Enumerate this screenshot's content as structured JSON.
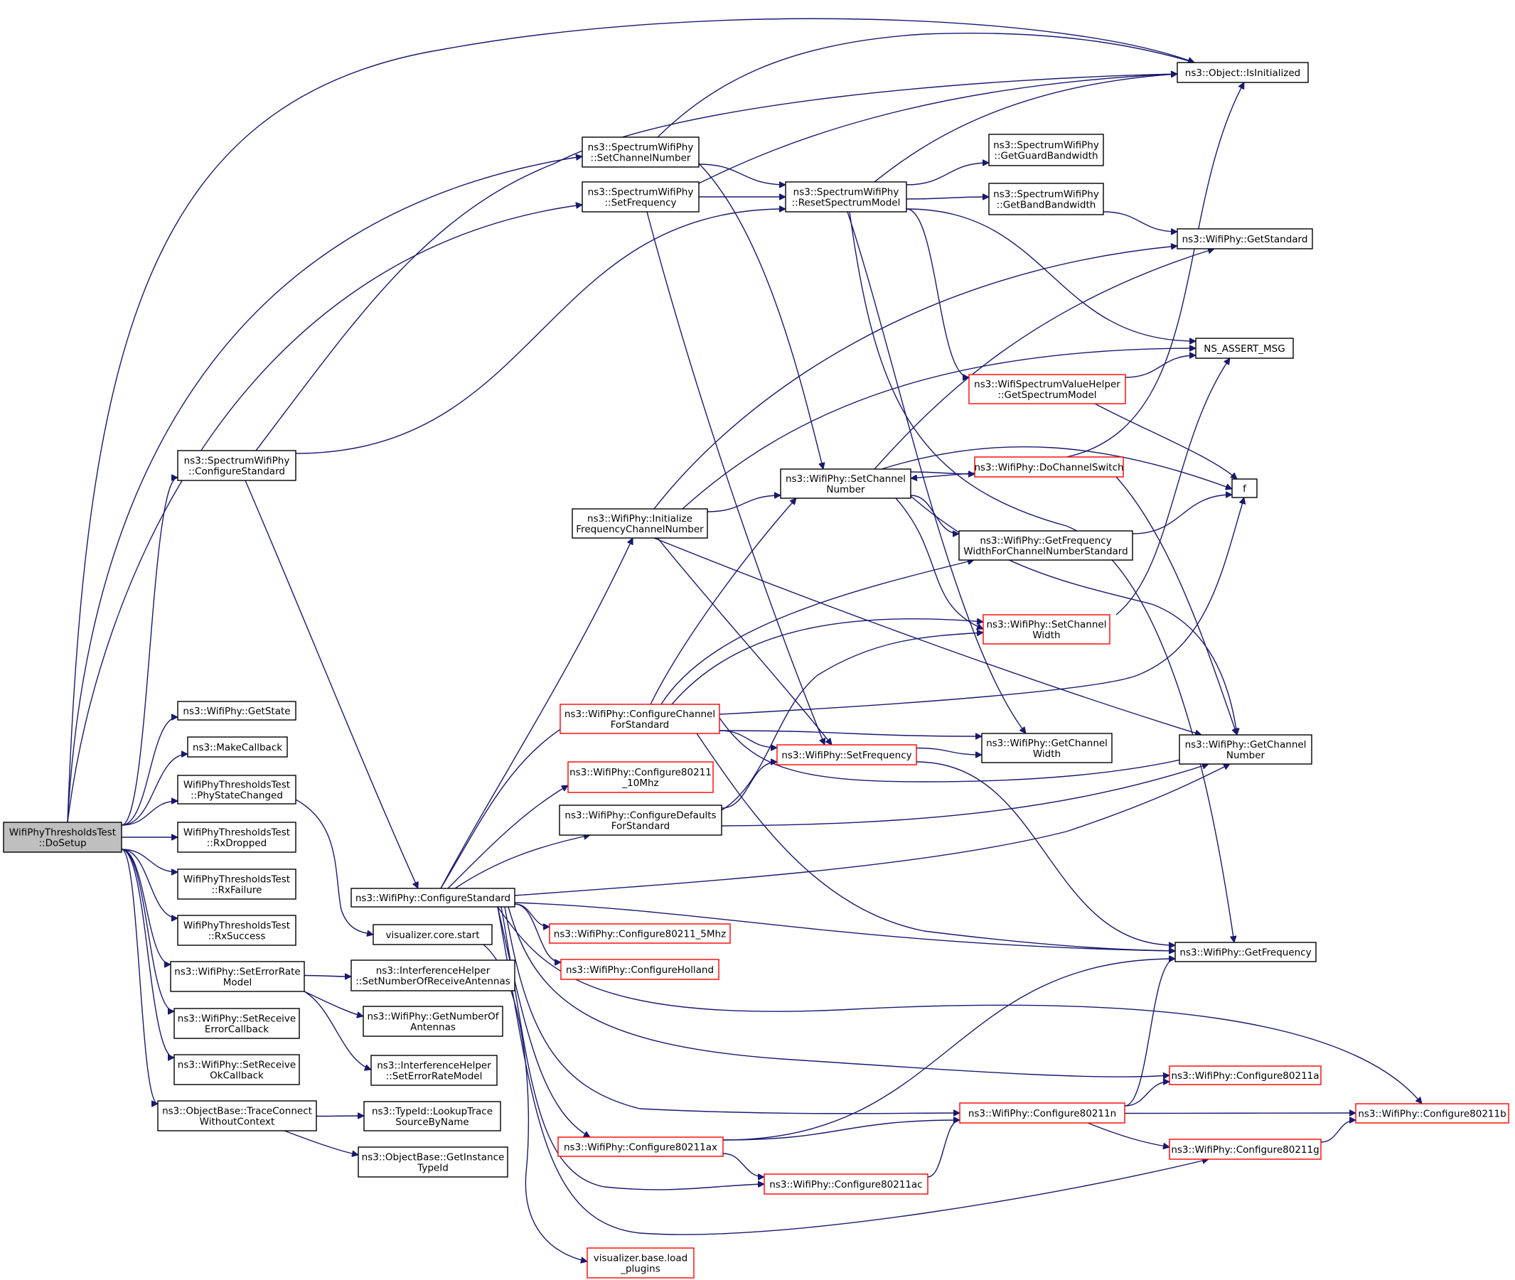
{
  "colors": {
    "edge": "#191970",
    "node_border": "#000000",
    "node_border_truncated": "#ff0000",
    "root_fill": "#bfbfbf",
    "node_fill": "#ffffff"
  },
  "nodes": [
    {
      "id": "root",
      "lines": [
        "WifiPhyThresholdsTest",
        "::DoSetup"
      ],
      "kind": "root"
    },
    {
      "id": "sw_configstd",
      "lines": [
        "ns3::SpectrumWifiPhy",
        "::ConfigureStandard"
      ],
      "kind": "normal"
    },
    {
      "id": "sw_setchan",
      "lines": [
        "ns3::SpectrumWifiPhy",
        "::SetChannelNumber"
      ],
      "kind": "normal"
    },
    {
      "id": "sw_setfreq",
      "lines": [
        "ns3::SpectrumWifiPhy",
        "::SetFrequency"
      ],
      "kind": "normal"
    },
    {
      "id": "sw_reset",
      "lines": [
        "ns3::SpectrumWifiPhy",
        "::ResetSpectrumModel"
      ],
      "kind": "normal"
    },
    {
      "id": "obj_isinit",
      "lines": [
        "ns3::Object::IsInitialized"
      ],
      "kind": "normal"
    },
    {
      "id": "sw_guardbw",
      "lines": [
        "ns3::SpectrumWifiPhy",
        "::GetGuardBandwidth"
      ],
      "kind": "normal"
    },
    {
      "id": "sw_bandbw",
      "lines": [
        "ns3::SpectrumWifiPhy",
        "::GetBandBandwidth"
      ],
      "kind": "normal"
    },
    {
      "id": "wp_getstd",
      "lines": [
        "ns3::WifiPhy::GetStandard"
      ],
      "kind": "normal"
    },
    {
      "id": "ns_assert",
      "lines": [
        "NS_ASSERT_MSG"
      ],
      "kind": "normal"
    },
    {
      "id": "wsvh_getsm",
      "lines": [
        "ns3::WifiSpectrumValueHelper",
        "::GetSpectrumModel"
      ],
      "kind": "truncated"
    },
    {
      "id": "wp_dochsw",
      "lines": [
        "ns3::WifiPhy::DoChannelSwitch"
      ],
      "kind": "truncated"
    },
    {
      "id": "f",
      "lines": [
        "f"
      ],
      "kind": "normal"
    },
    {
      "id": "wp_setchnum",
      "lines": [
        "ns3::WifiPhy::SetChannel",
        "Number"
      ],
      "kind": "normal"
    },
    {
      "id": "wp_initfcn",
      "lines": [
        "ns3::WifiPhy::Initialize",
        "FrequencyChannelNumber"
      ],
      "kind": "normal"
    },
    {
      "id": "wp_getfwcn",
      "lines": [
        "ns3::WifiPhy::GetFrequency",
        "WidthForChannelNumberStandard"
      ],
      "kind": "normal"
    },
    {
      "id": "wp_setchwidth",
      "lines": [
        "ns3::WifiPhy::SetChannel",
        "Width"
      ],
      "kind": "truncated"
    },
    {
      "id": "wp_getstate",
      "lines": [
        "ns3::WifiPhy::GetState"
      ],
      "kind": "normal"
    },
    {
      "id": "makecb",
      "lines": [
        "ns3::MakeCallback"
      ],
      "kind": "normal"
    },
    {
      "id": "wpt_psc",
      "lines": [
        "WifiPhyThresholdsTest",
        "::PhyStateChanged"
      ],
      "kind": "normal"
    },
    {
      "id": "wpt_rxdrop",
      "lines": [
        "WifiPhyThresholdsTest",
        "::RxDropped"
      ],
      "kind": "normal"
    },
    {
      "id": "wpt_rxfail",
      "lines": [
        "WifiPhyThresholdsTest",
        "::RxFailure"
      ],
      "kind": "normal"
    },
    {
      "id": "wpt_rxsucc",
      "lines": [
        "WifiPhyThresholdsTest",
        "::RxSuccess"
      ],
      "kind": "normal"
    },
    {
      "id": "wp_seterm",
      "lines": [
        "ns3::WifiPhy::SetErrorRate",
        "Model"
      ],
      "kind": "normal"
    },
    {
      "id": "wp_setrecerr",
      "lines": [
        "ns3::WifiPhy::SetReceive",
        "ErrorCallback"
      ],
      "kind": "normal"
    },
    {
      "id": "wp_setrecok",
      "lines": [
        "ns3::WifiPhy::SetReceive",
        "OkCallback"
      ],
      "kind": "normal"
    },
    {
      "id": "ob_tcwc",
      "lines": [
        "ns3::ObjectBase::TraceConnect",
        "WithoutContext"
      ],
      "kind": "normal"
    },
    {
      "id": "wp_configchstd",
      "lines": [
        "ns3::WifiPhy::ConfigureChannel",
        "ForStandard"
      ],
      "kind": "truncated"
    },
    {
      "id": "wp_c10",
      "lines": [
        "ns3::WifiPhy::Configure80211",
        "_10Mhz"
      ],
      "kind": "truncated"
    },
    {
      "id": "wp_cdefstd",
      "lines": [
        "ns3::WifiPhy::ConfigureDefaults",
        "ForStandard"
      ],
      "kind": "normal"
    },
    {
      "id": "wp_setfreq",
      "lines": [
        "ns3::WifiPhy::SetFrequency"
      ],
      "kind": "truncated"
    },
    {
      "id": "wp_getchwidth",
      "lines": [
        "ns3::WifiPhy::GetChannel",
        "Width"
      ],
      "kind": "normal"
    },
    {
      "id": "wp_getchnum",
      "lines": [
        "ns3::WifiPhy::GetChannel",
        "Number"
      ],
      "kind": "normal"
    },
    {
      "id": "wp_configstd",
      "lines": [
        "ns3::WifiPhy::ConfigureStandard"
      ],
      "kind": "normal"
    },
    {
      "id": "vis_start",
      "lines": [
        "visualizer.core.start"
      ],
      "kind": "normal"
    },
    {
      "id": "wp_c5",
      "lines": [
        "ns3::WifiPhy::Configure80211_5Mhz"
      ],
      "kind": "truncated"
    },
    {
      "id": "wp_holland",
      "lines": [
        "ns3::WifiPhy::ConfigureHolland"
      ],
      "kind": "truncated"
    },
    {
      "id": "wp_getfreq",
      "lines": [
        "ns3::WifiPhy::GetFrequency"
      ],
      "kind": "normal"
    },
    {
      "id": "ih_setnra",
      "lines": [
        "ns3::InterferenceHelper",
        "::SetNumberOfReceiveAntennas"
      ],
      "kind": "normal"
    },
    {
      "id": "wp_getnoa",
      "lines": [
        "ns3::WifiPhy::GetNumberOf",
        "Antennas"
      ],
      "kind": "normal"
    },
    {
      "id": "ih_seterm",
      "lines": [
        "ns3::InterferenceHelper",
        "::SetErrorRateModel"
      ],
      "kind": "normal"
    },
    {
      "id": "tid_lookup",
      "lines": [
        "ns3::TypeId::LookupTrace",
        "SourceByName"
      ],
      "kind": "normal"
    },
    {
      "id": "ob_getinst",
      "lines": [
        "ns3::ObjectBase::GetInstance",
        "TypeId"
      ],
      "kind": "normal"
    },
    {
      "id": "wp_c80211a",
      "lines": [
        "ns3::WifiPhy::Configure80211a"
      ],
      "kind": "truncated"
    },
    {
      "id": "wp_c80211n",
      "lines": [
        "ns3::WifiPhy::Configure80211n"
      ],
      "kind": "truncated"
    },
    {
      "id": "wp_c80211b",
      "lines": [
        "ns3::WifiPhy::Configure80211b"
      ],
      "kind": "truncated"
    },
    {
      "id": "wp_c80211ax",
      "lines": [
        "ns3::WifiPhy::Configure80211ax"
      ],
      "kind": "truncated"
    },
    {
      "id": "wp_c80211g",
      "lines": [
        "ns3::WifiPhy::Configure80211g"
      ],
      "kind": "truncated"
    },
    {
      "id": "wp_c80211ac",
      "lines": [
        "ns3::WifiPhy::Configure80211ac"
      ],
      "kind": "truncated"
    },
    {
      "id": "vis_load",
      "lines": [
        "visualizer.base.load",
        "_plugins"
      ],
      "kind": "truncated"
    }
  ],
  "edges": [
    [
      "root",
      "sw_setchan"
    ],
    [
      "root",
      "obj_isinit"
    ],
    [
      "root",
      "sw_setfreq"
    ],
    [
      "root",
      "sw_configstd"
    ],
    [
      "root",
      "wp_getstate"
    ],
    [
      "root",
      "makecb"
    ],
    [
      "root",
      "wpt_psc"
    ],
    [
      "root",
      "wpt_rxdrop"
    ],
    [
      "root",
      "wpt_rxfail"
    ],
    [
      "root",
      "wpt_rxsucc"
    ],
    [
      "root",
      "wp_seterm"
    ],
    [
      "root",
      "wp_setrecerr"
    ],
    [
      "root",
      "wp_setrecok"
    ],
    [
      "root",
      "ob_tcwc"
    ],
    [
      "sw_setchan",
      "obj_isinit"
    ],
    [
      "sw_setchan",
      "sw_reset"
    ],
    [
      "sw_setchan",
      "wp_setchnum"
    ],
    [
      "sw_setfreq",
      "obj_isinit"
    ],
    [
      "sw_setfreq",
      "sw_reset"
    ],
    [
      "sw_setfreq",
      "wp_setfreq"
    ],
    [
      "sw_configstd",
      "obj_isinit"
    ],
    [
      "sw_configstd",
      "sw_reset"
    ],
    [
      "sw_configstd",
      "wp_configstd"
    ],
    [
      "sw_reset",
      "obj_isinit"
    ],
    [
      "sw_reset",
      "sw_guardbw"
    ],
    [
      "sw_reset",
      "sw_bandbw"
    ],
    [
      "sw_reset",
      "ns_assert"
    ],
    [
      "sw_reset",
      "wsvh_getsm"
    ],
    [
      "sw_reset",
      "wp_getchwidth"
    ],
    [
      "sw_reset",
      "wp_getfreq"
    ],
    [
      "sw_bandbw",
      "wp_getstd"
    ],
    [
      "wsvh_getsm",
      "ns_assert"
    ],
    [
      "wsvh_getsm",
      "f"
    ],
    [
      "wp_dochsw",
      "obj_isinit"
    ],
    [
      "wp_dochsw",
      "wp_setchnum"
    ],
    [
      "wp_dochsw",
      "wp_getchnum"
    ],
    [
      "wp_setchnum",
      "wp_getstd"
    ],
    [
      "wp_setchnum",
      "f"
    ],
    [
      "wp_setchnum",
      "wp_dochsw"
    ],
    [
      "wp_setchnum",
      "wp_getfwcn"
    ],
    [
      "wp_setchnum",
      "wp_setchwidth"
    ],
    [
      "wp_setchnum",
      "wp_getchnum"
    ],
    [
      "wp_initfcn",
      "wp_getstd"
    ],
    [
      "wp_initfcn",
      "ns_assert"
    ],
    [
      "wp_initfcn",
      "wp_setchnum"
    ],
    [
      "wp_initfcn",
      "wp_setfreq"
    ],
    [
      "wp_initfcn",
      "wp_getchnum"
    ],
    [
      "wp_getfwcn",
      "f"
    ],
    [
      "wp_setchwidth",
      "ns_assert"
    ],
    [
      "wpt_psc",
      "vis_start"
    ],
    [
      "wp_configchstd",
      "wp_setchnum"
    ],
    [
      "wp_configchstd",
      "wp_getfwcn"
    ],
    [
      "wp_configchstd",
      "wp_setchwidth"
    ],
    [
      "wp_configchstd",
      "f"
    ],
    [
      "wp_configchstd",
      "wp_setfreq"
    ],
    [
      "wp_configchstd",
      "wp_getchwidth"
    ],
    [
      "wp_configchstd",
      "wp_getchnum"
    ],
    [
      "wp_configchstd",
      "wp_getfreq"
    ],
    [
      "wp_cdefstd",
      "wp_setfreq"
    ],
    [
      "wp_cdefstd",
      "wp_setchwidth"
    ],
    [
      "wp_cdefstd",
      "wp_getchnum"
    ],
    [
      "wp_setfreq",
      "wp_getchwidth"
    ],
    [
      "wp_setfreq",
      "wp_getfreq"
    ],
    [
      "wp_configstd",
      "wp_initfcn"
    ],
    [
      "wp_configstd",
      "wp_configchstd"
    ],
    [
      "wp_configstd",
      "wp_c10"
    ],
    [
      "wp_configstd",
      "wp_cdefstd"
    ],
    [
      "wp_configstd",
      "wp_getchnum"
    ],
    [
      "wp_configstd",
      "wp_getfreq"
    ],
    [
      "wp_configstd",
      "wp_c5"
    ],
    [
      "wp_configstd",
      "wp_holland"
    ],
    [
      "wp_configstd",
      "wp_c80211b"
    ],
    [
      "wp_configstd",
      "wp_c80211a"
    ],
    [
      "wp_configstd",
      "wp_c80211n"
    ],
    [
      "wp_configstd",
      "wp_c80211ax"
    ],
    [
      "wp_configstd",
      "wp_c80211ac"
    ],
    [
      "wp_configstd",
      "wp_c80211g"
    ],
    [
      "vis_start",
      "vis_load"
    ],
    [
      "wp_seterm",
      "ih_setnra"
    ],
    [
      "wp_seterm",
      "wp_getnoa"
    ],
    [
      "wp_seterm",
      "ih_seterm"
    ],
    [
      "ob_tcwc",
      "tid_lookup"
    ],
    [
      "ob_tcwc",
      "ob_getinst"
    ],
    [
      "wp_c80211n",
      "wp_getfreq"
    ],
    [
      "wp_c80211n",
      "wp_c80211a"
    ],
    [
      "wp_c80211n",
      "wp_c80211b"
    ],
    [
      "wp_c80211n",
      "wp_c80211g"
    ],
    [
      "wp_c80211ax",
      "wp_getfreq"
    ],
    [
      "wp_c80211ax",
      "wp_c80211n"
    ],
    [
      "wp_c80211ax",
      "wp_c80211ac"
    ],
    [
      "wp_c80211ac",
      "wp_c80211n"
    ],
    [
      "wp_c80211g",
      "wp_c80211b"
    ]
  ]
}
